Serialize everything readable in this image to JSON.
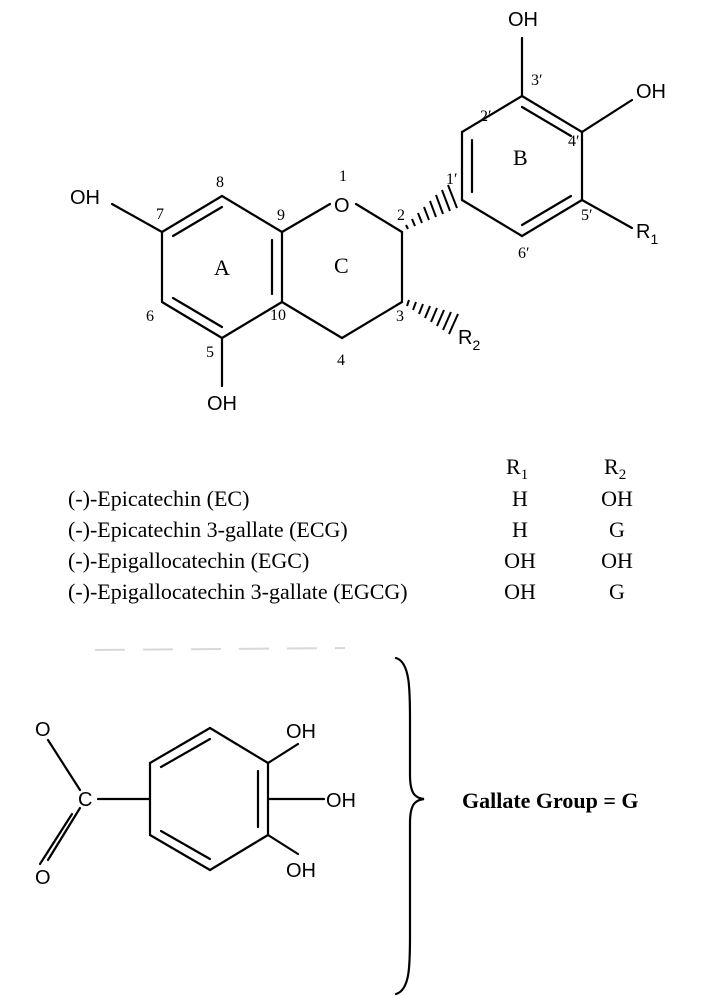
{
  "atoms": {
    "oh_3p": "OH",
    "oh_4p": "OH",
    "oh_7": "OH",
    "oh_5": "OH",
    "r1": "R",
    "r1_sub": "1",
    "r2": "R",
    "r2_sub": "2",
    "o_ring": "O",
    "gal_oh_top": "OH",
    "gal_oh_mid": "OH",
    "gal_oh_bot": "OH",
    "gal_o_top": "O",
    "gal_o_bot": "O",
    "gal_c": "C"
  },
  "position_numbers": {
    "n1": "1",
    "n2": "2",
    "n3": "3",
    "n4": "4",
    "n5": "5",
    "n6": "6",
    "n7": "7",
    "n8": "8",
    "n9": "9",
    "n10": "10",
    "n1p": "1′",
    "n2p": "2′",
    "n3p": "3′",
    "n4p": "4′",
    "n5p": "5′",
    "n6p": "6′"
  },
  "rings": {
    "a": "A",
    "b": "B",
    "c": "C"
  },
  "table": {
    "header_r1": "R",
    "header_r1_sub": "1",
    "header_r2": "R",
    "header_r2_sub": "2",
    "rows": [
      {
        "name": "(-)-Epicatechin (EC)",
        "r1": "H",
        "r2": "OH"
      },
      {
        "name": "(-)-Epicatechin 3-gallate (ECG)",
        "r1": "H",
        "r2": "G"
      },
      {
        "name": "(-)-Epigallocatechin (EGC)",
        "r1": "OH",
        "r2": "OH"
      },
      {
        "name": "(-)-Epigallocatechin 3-gallate (EGCG)",
        "r1": "OH",
        "r2": "G"
      }
    ]
  },
  "gallate_label": "Gallate Group = G"
}
